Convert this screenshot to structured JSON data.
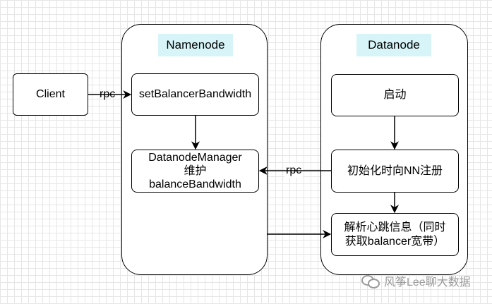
{
  "diagram": {
    "namenode_title": "Namenode",
    "datanode_title": "Datanode",
    "client": "Client",
    "set_balancer": "setBalancerBandwidth",
    "dn_manager_line1": "DatanodeManager",
    "dn_manager_line2": "维护",
    "dn_manager_line3": "balanceBandwidth",
    "startup": "启动",
    "init_register": "初始化时向NN注册",
    "heartbeat_line1": "解析心跳信息（同时",
    "heartbeat_line2": "获取balancer宽带）",
    "edge_rpc_client": "rpc",
    "edge_rpc_datanode": "rpc"
  },
  "watermark": {
    "text": "风筝Lee聊大数据",
    "icon": "wechat-icon"
  },
  "colors": {
    "title_highlight": "#d7f5f8",
    "grid": "#e6e6e6",
    "stroke": "#000000",
    "watermark": "#9a9a9a"
  }
}
